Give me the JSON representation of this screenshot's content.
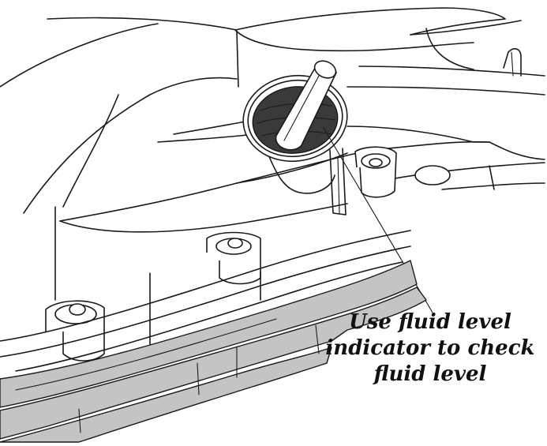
{
  "figure": {
    "callout_lines": [
      "Use fluid level",
      "indicator to check",
      "fluid level"
    ]
  },
  "colors": {
    "line": "#1a1a1a",
    "oil_pan_fill": "#c4c4c4",
    "background": "#ffffff"
  },
  "icons": {
    "fluid_level_indicator": "cylindrical-plug",
    "fill_hole": "threaded-opening"
  }
}
